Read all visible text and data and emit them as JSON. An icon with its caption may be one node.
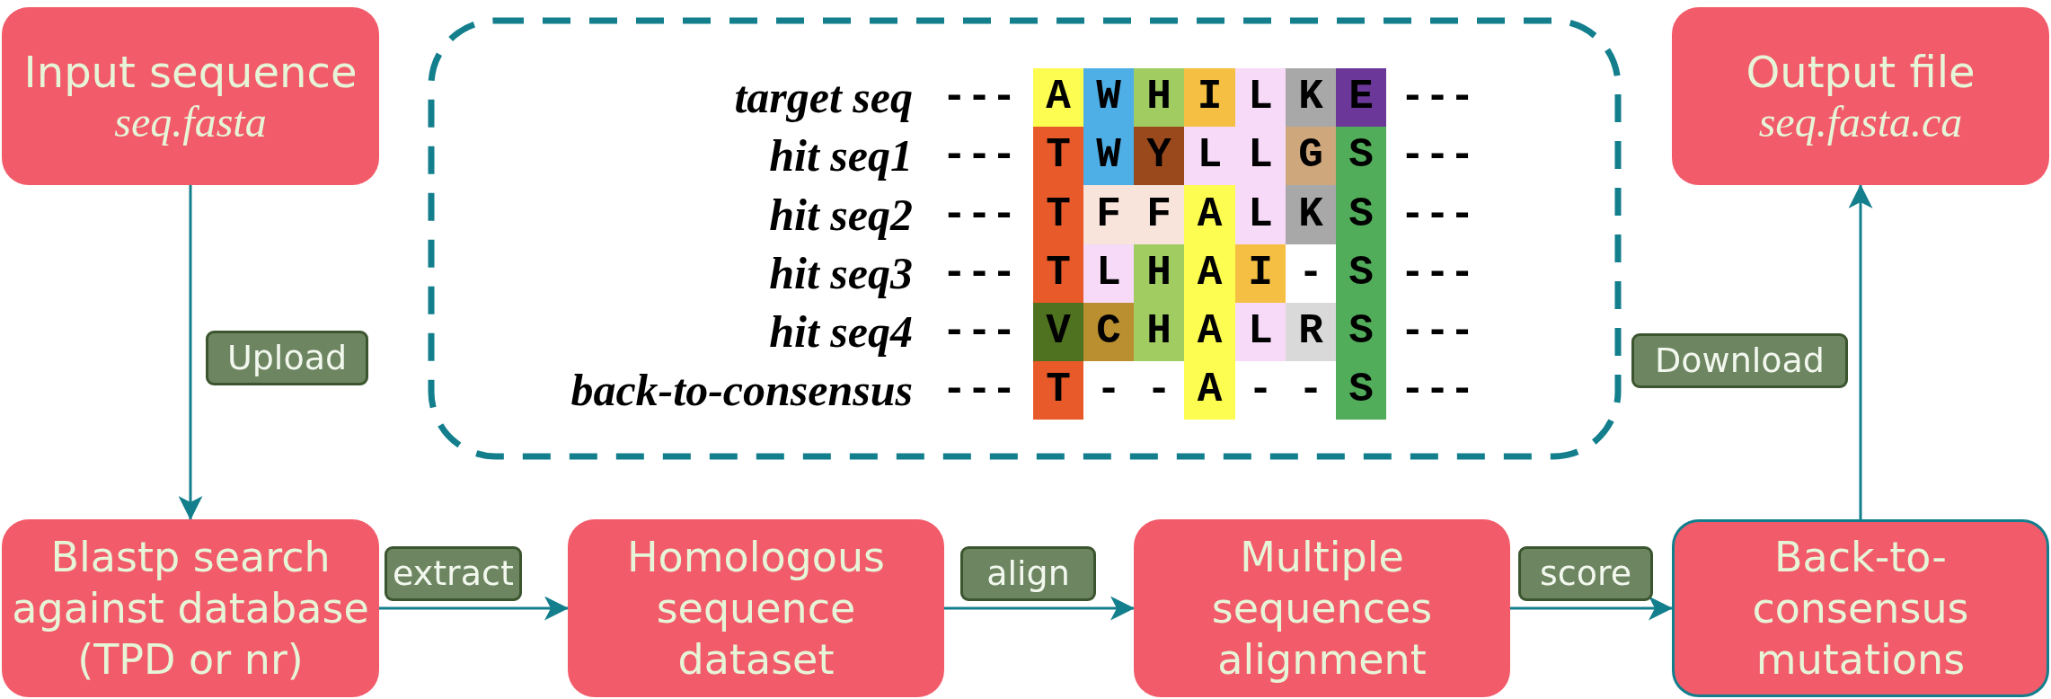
{
  "diagram": {
    "nodes": [
      {
        "text": [
          "Input sequence",
          "seq.fasta"
        ]
      },
      {
        "text": [
          "target seq",
          "---",
          "A",
          "W",
          "H",
          "I",
          "L",
          "K",
          "E",
          "---",
          "hit seq1",
          "---",
          "T",
          "W",
          "Y",
          "L",
          "L",
          "G",
          "S",
          "---",
          "hit seq2",
          "---",
          "T",
          "F",
          "F",
          "A",
          "L",
          "K",
          "S",
          "---",
          "hit seq3",
          "---",
          "T",
          "L",
          "H",
          "A",
          "I",
          "-",
          "S",
          "---",
          "hit seq4",
          "---",
          "V",
          "C",
          "H",
          "A",
          "L",
          "R",
          "S",
          "---",
          "back-to-consensus",
          "---",
          "T",
          "-",
          "-",
          "A",
          "-",
          "-",
          "S",
          "---"
        ]
      },
      {
        "text": [
          "Output file",
          "seq.fasta.ca"
        ]
      },
      {
        "text": [
          "Blastp search against database (TPD or nr)"
        ]
      },
      {
        "text": [
          "Homologous sequence dataset"
        ]
      },
      {
        "text": [
          "Multiple sequences alignment"
        ]
      },
      {
        "text": [
          "Back-to-consensus mutations"
        ]
      }
    ],
    "edges": [
      {
        "from": 0,
        "to": 3,
        "arrow": "to",
        "label": "Upload"
      },
      {
        "from": 3,
        "to": 4,
        "arrow": "to",
        "label": "extract"
      },
      {
        "from": 4,
        "to": 5,
        "arrow": "to",
        "label": "align"
      },
      {
        "from": 5,
        "to": 6,
        "arrow": "to",
        "label": "score"
      },
      {
        "from": 6,
        "to": 2,
        "arrow": "to",
        "label": "Download"
      }
    ]
  }
}
